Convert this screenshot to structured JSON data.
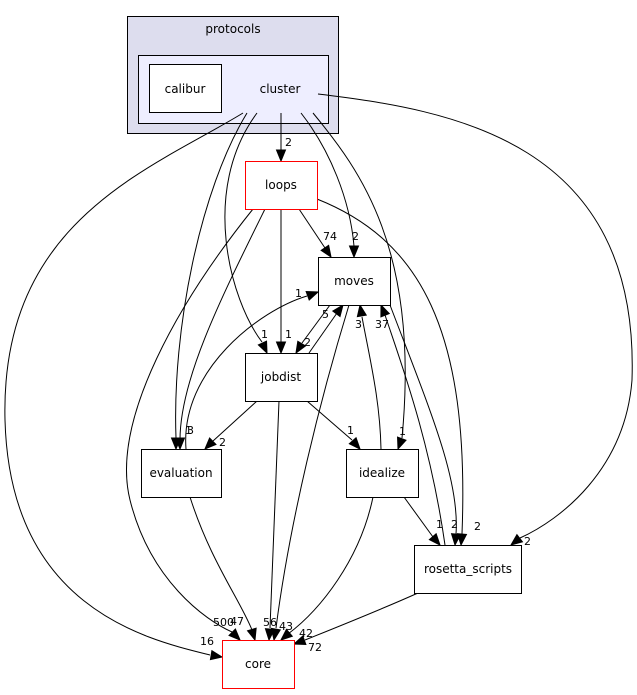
{
  "graph": {
    "clusters": {
      "protocols": {
        "label": "protocols"
      },
      "cluster": {
        "label": "cluster"
      }
    },
    "nodes": {
      "calibur": {
        "label": "calibur"
      },
      "loops": {
        "label": "loops",
        "highlight": "#ff0000"
      },
      "moves": {
        "label": "moves"
      },
      "jobdist": {
        "label": "jobdist"
      },
      "evaluation": {
        "label": "evaluation"
      },
      "idealize": {
        "label": "idealize"
      },
      "rosetta_scripts": {
        "label": "rosetta_scripts"
      },
      "core": {
        "label": "core",
        "highlight": "#ff0000"
      }
    },
    "edges": [
      {
        "from": "cluster",
        "to": "loops",
        "label": "2"
      },
      {
        "from": "cluster",
        "to": "moves",
        "label": "2"
      },
      {
        "from": "cluster",
        "to": "jobdist",
        "label": "1"
      },
      {
        "from": "cluster",
        "to": "evaluation",
        "label": "1"
      },
      {
        "from": "cluster",
        "to": "idealize",
        "label": "1"
      },
      {
        "from": "cluster",
        "to": "rosetta_scripts",
        "label": "2"
      },
      {
        "from": "cluster",
        "to": "core",
        "label": "16"
      },
      {
        "from": "loops",
        "to": "moves",
        "label": "74"
      },
      {
        "from": "loops",
        "to": "jobdist",
        "label": "1"
      },
      {
        "from": "loops",
        "to": "evaluation",
        "label": "3"
      },
      {
        "from": "loops",
        "to": "rosetta_scripts",
        "label": "2"
      },
      {
        "from": "loops",
        "to": "core",
        "label": "500"
      },
      {
        "from": "moves",
        "to": "jobdist",
        "label": "2"
      },
      {
        "from": "moves",
        "to": "core",
        "label": "43"
      },
      {
        "from": "moves",
        "to": "rosetta_scripts",
        "label": "2"
      },
      {
        "from": "jobdist",
        "to": "moves",
        "label": "5"
      },
      {
        "from": "jobdist",
        "to": "evaluation",
        "label": "2"
      },
      {
        "from": "jobdist",
        "to": "idealize",
        "label": "1"
      },
      {
        "from": "jobdist",
        "to": "core",
        "label": "56"
      },
      {
        "from": "evaluation",
        "to": "moves",
        "label": "1"
      },
      {
        "from": "evaluation",
        "to": "core",
        "label": "47"
      },
      {
        "from": "idealize",
        "to": "moves",
        "label": "3"
      },
      {
        "from": "idealize",
        "to": "rosetta_scripts",
        "label": "1"
      },
      {
        "from": "idealize",
        "to": "core",
        "label": "42"
      },
      {
        "from": "rosetta_scripts",
        "to": "moves",
        "label": "37"
      },
      {
        "from": "rosetta_scripts",
        "to": "core",
        "label": "72"
      }
    ]
  }
}
